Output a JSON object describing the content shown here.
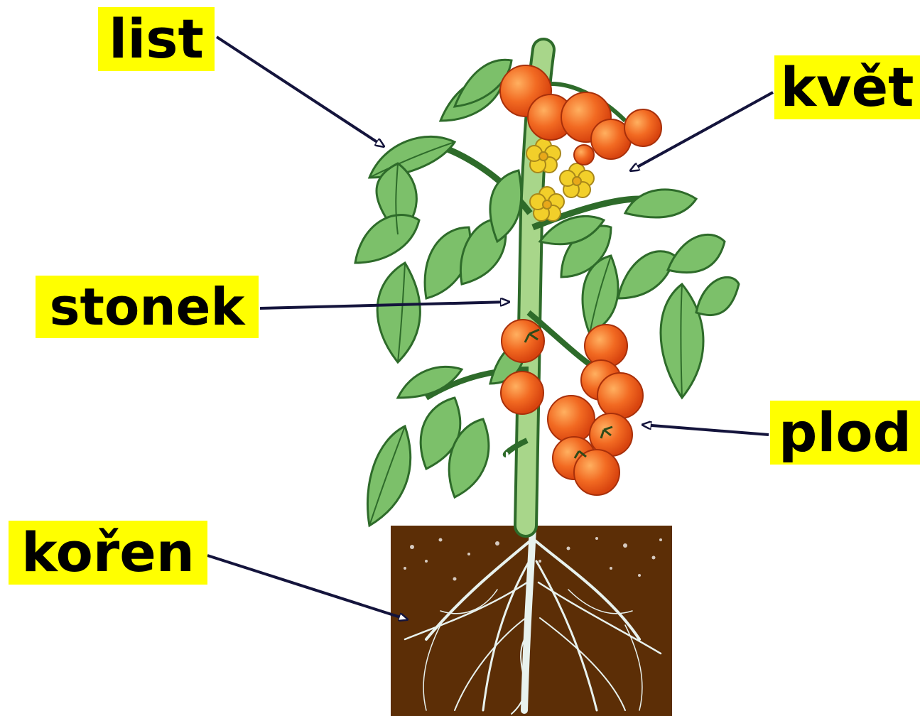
{
  "labels": {
    "list": "list",
    "kvet": "květ",
    "stonek": "stonek",
    "plod": "plod",
    "koren": "kořen"
  },
  "colors": {
    "label_background": "#ffff00",
    "label_text": "#000000",
    "arrow": "#14143c",
    "leaf": "#7cc06a",
    "leaf_vein": "#2e6b2a",
    "stem": "#a8d68a",
    "fruit": "#f05a1e",
    "fruit_highlight": "#ff9a4a",
    "flower": "#f2cf2a",
    "soil": "#5c2e06",
    "root": "#e8f2ee"
  },
  "icons": {
    "plant": "tomato-plant-illustration",
    "arrows": "arrow-pointer"
  }
}
